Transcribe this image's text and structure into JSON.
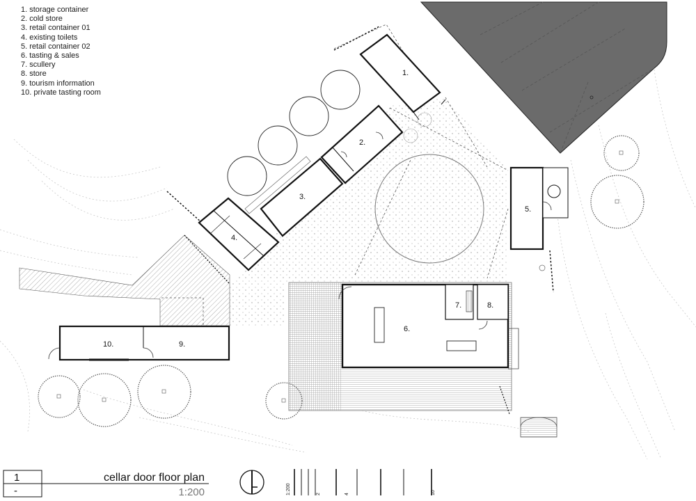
{
  "legend": [
    "1. storage container",
    "2. cold store",
    "3. retail container 01",
    "4. existing toilets",
    "5. retail container 02",
    "6. tasting & sales",
    "7. scullery",
    "8. store",
    "9. tourism information",
    "10. private tasting room"
  ],
  "rooms": {
    "r1": "1.",
    "r2": "2.",
    "r3": "3.",
    "r4": "4.",
    "r5": "5.",
    "r6": "6.",
    "r7": "7.",
    "r8": "8.",
    "r9": "9.",
    "r10": "10."
  },
  "title_block": {
    "drawing_number": "1",
    "drawing_suffix": "-",
    "title": "cellar door floor plan",
    "scale": "1:200"
  },
  "scale_bar": {
    "label": "1:200",
    "ticks": [
      "2",
      "4",
      "10"
    ]
  },
  "colors": {
    "roof": "#6b6b6b",
    "line": "#111111",
    "contour": "#c8c8c8"
  }
}
